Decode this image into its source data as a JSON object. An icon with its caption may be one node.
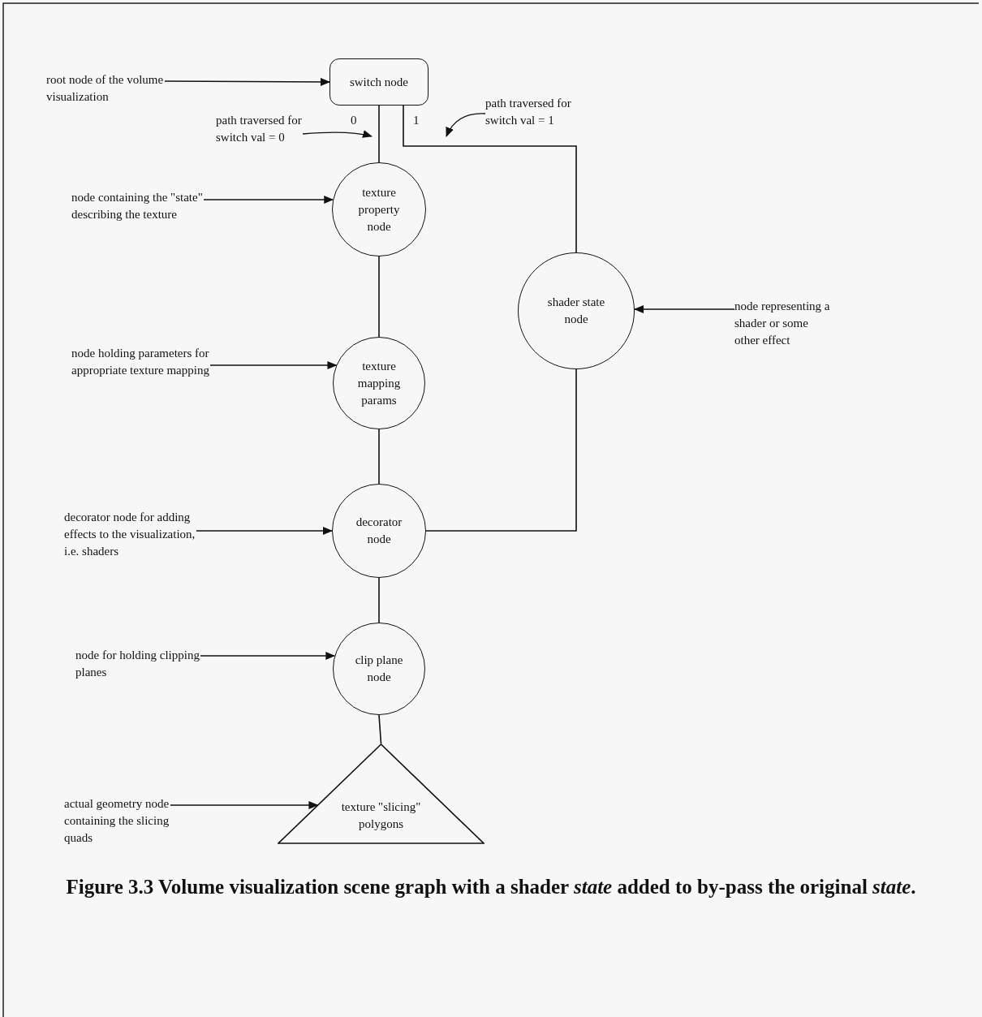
{
  "diagram": {
    "caption": "Figure 3.3 Volume visualization scene graph with a shader *state* added to by-pass the original *state*.",
    "nodes": [
      {
        "text": [
          "switch node"
        ]
      },
      {
        "text": [
          "texture property node"
        ]
      },
      {
        "text": [
          "shader state node"
        ]
      },
      {
        "text": [
          "texture mapping params"
        ]
      },
      {
        "text": [
          "decorator node"
        ]
      },
      {
        "text": [
          "clip plane node"
        ]
      },
      {
        "text": [
          "texture \"slicing\" polygons"
        ]
      },
      {
        "text": [
          "root node of the volume visualization"
        ]
      },
      {
        "text": [
          "path traversed for switch val = 0"
        ]
      },
      {
        "text": [
          "path traversed for switch val = 1"
        ]
      },
      {
        "text": [
          "node containing the \"state\" describing the texture"
        ]
      },
      {
        "text": [
          "node representing a shader or some other effect"
        ]
      },
      {
        "text": [
          "node holding parameters for appropriate texture mapping"
        ]
      },
      {
        "text": [
          "decorator node for adding effects to the visualization, i.e. shaders"
        ]
      },
      {
        "text": [
          "node for holding clipping planes"
        ]
      },
      {
        "text": [
          "actual geometry node containing the slicing quads"
        ]
      }
    ],
    "edges": [
      {
        "from": 0,
        "to": 1,
        "arrow": "none",
        "label": "0"
      },
      {
        "from": 0,
        "to": 2,
        "arrow": "none",
        "label": "1"
      },
      {
        "from": 1,
        "to": 3,
        "arrow": "none"
      },
      {
        "from": 3,
        "to": 4,
        "arrow": "none"
      },
      {
        "from": 4,
        "to": 2,
        "arrow": "none"
      },
      {
        "from": 4,
        "to": 5,
        "arrow": "none"
      },
      {
        "from": 5,
        "to": 6,
        "arrow": "none"
      },
      {
        "from": 7,
        "to": 0,
        "arrow": "to"
      },
      {
        "from": 8,
        "to": null,
        "arrow": "to"
      },
      {
        "from": 9,
        "to": null,
        "arrow": "to"
      },
      {
        "from": 10,
        "to": 1,
        "arrow": "to"
      },
      {
        "from": 11,
        "to": 2,
        "arrow": "to"
      },
      {
        "from": 12,
        "to": 3,
        "arrow": "to"
      },
      {
        "from": 13,
        "to": 4,
        "arrow": "to"
      },
      {
        "from": 14,
        "to": 5,
        "arrow": "to"
      },
      {
        "from": 15,
        "to": 6,
        "arrow": "to"
      }
    ]
  }
}
